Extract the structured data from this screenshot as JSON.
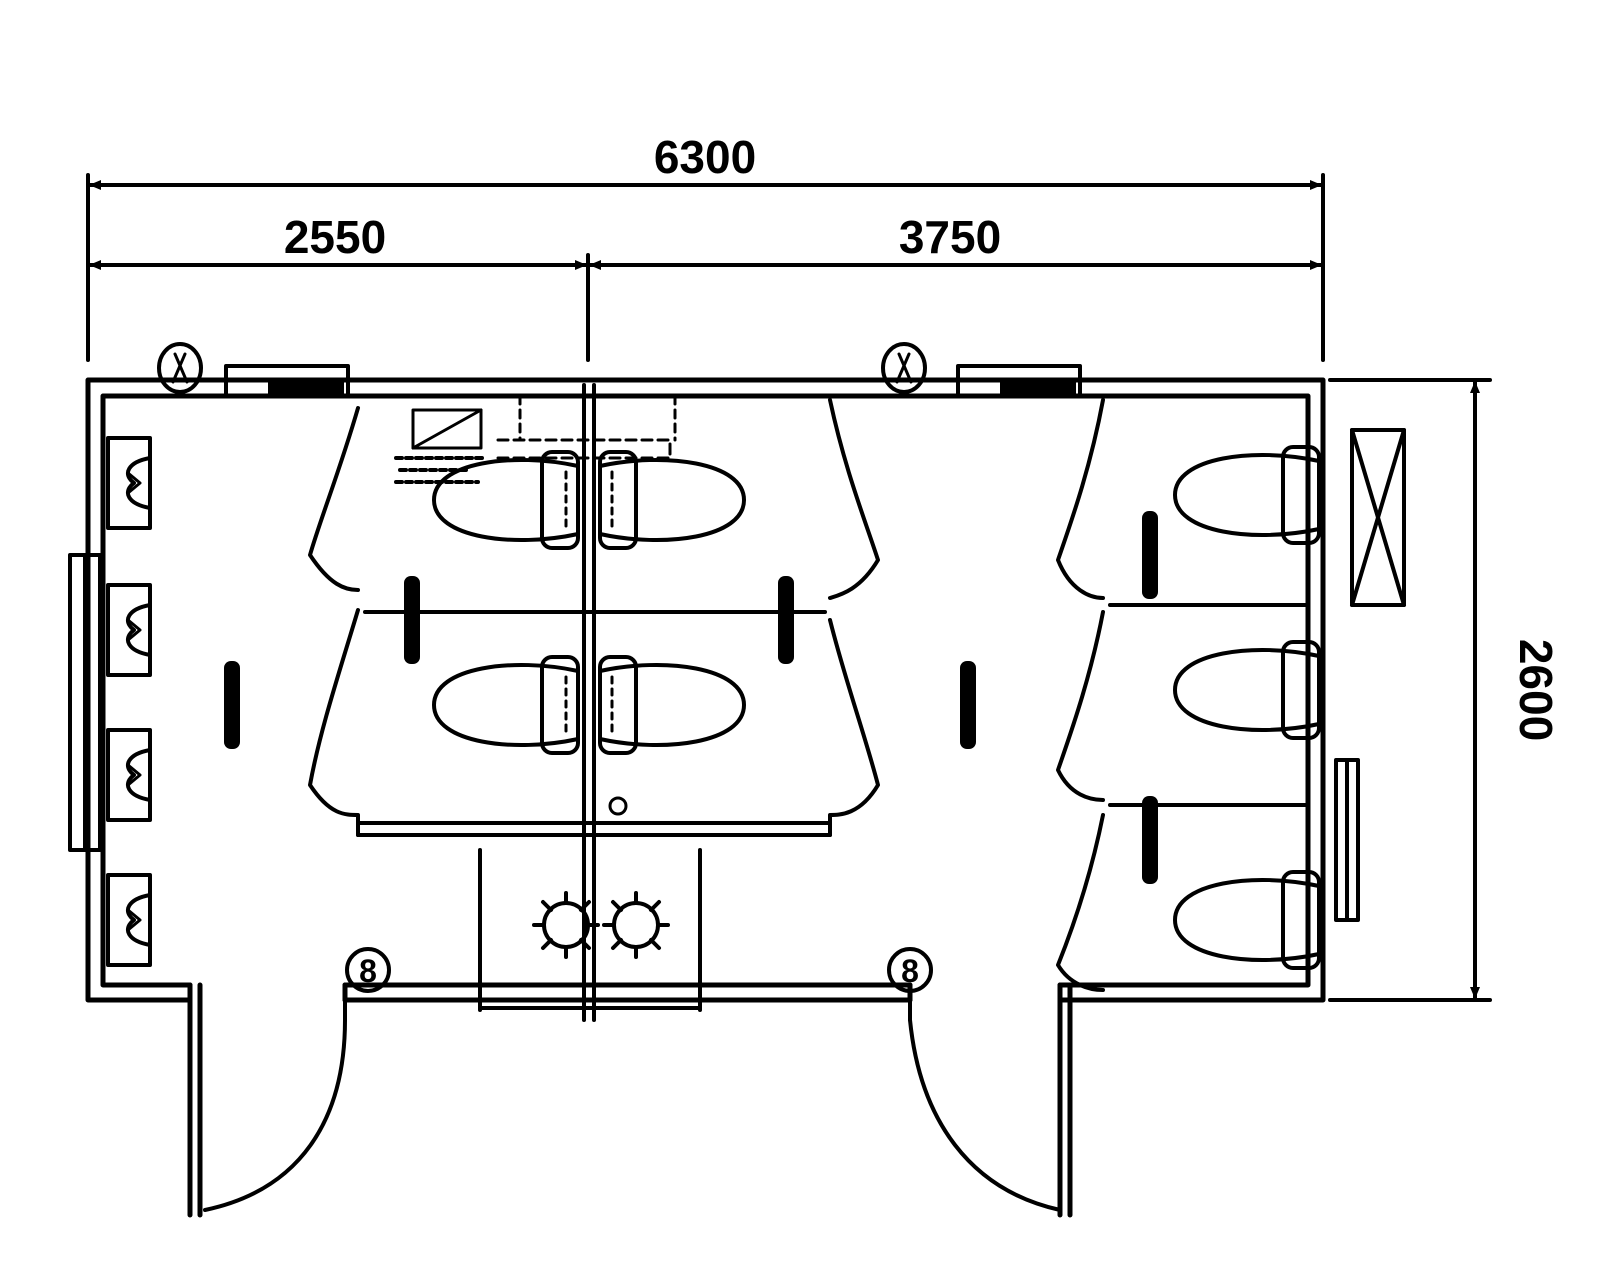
{
  "dimensions": {
    "overall_width": "6300",
    "left_section": "2550",
    "right_section": "3750",
    "depth": "2600"
  },
  "colors": {
    "line": "#000000",
    "background": "#ffffff"
  }
}
